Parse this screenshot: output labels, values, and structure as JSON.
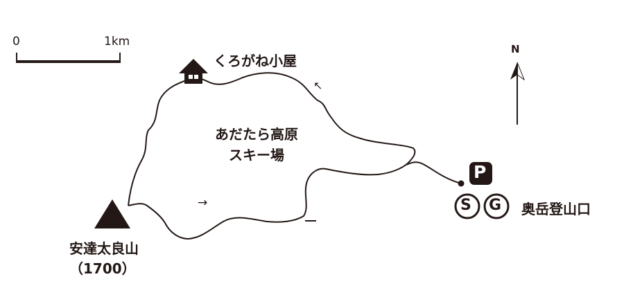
{
  "scale": {
    "zero": "0",
    "one": "1km"
  },
  "north": "N",
  "hut": "くろがね小屋",
  "ski_area": [
    "あだたら高原",
    "スキー場"
  ],
  "peak": {
    "name": "安達太良山",
    "elevation": "（1700）"
  },
  "trailhead": {
    "name": "奥岳登山口",
    "parking": "P",
    "start": "S",
    "goal": "G"
  },
  "arrows": [
    "↖",
    "→"
  ],
  "colors": {
    "ink": "#231815"
  }
}
